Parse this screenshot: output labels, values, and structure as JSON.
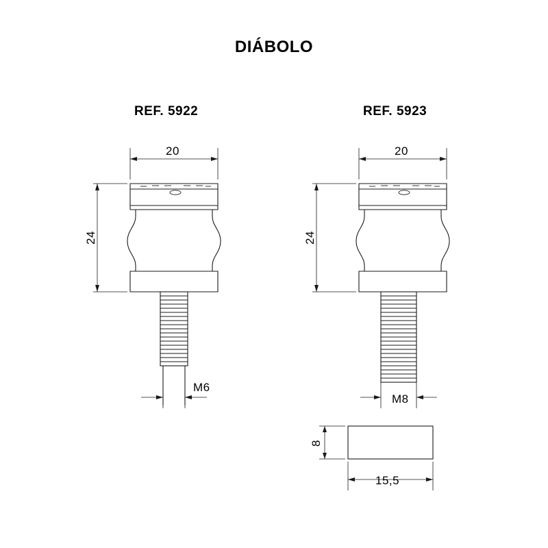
{
  "page": {
    "title": "DIÁBOLO",
    "background_color": "#ffffff",
    "line_color": "#1a1a1a"
  },
  "parts": [
    {
      "ref_label": "REF. 5922",
      "dimensions": {
        "width": "20",
        "height": "24",
        "thread": "M6"
      }
    },
    {
      "ref_label": "REF. 5923",
      "dimensions": {
        "width": "20",
        "height": "24",
        "thread": "M8"
      },
      "spacer": {
        "height": "8",
        "width": "15,5"
      }
    }
  ]
}
